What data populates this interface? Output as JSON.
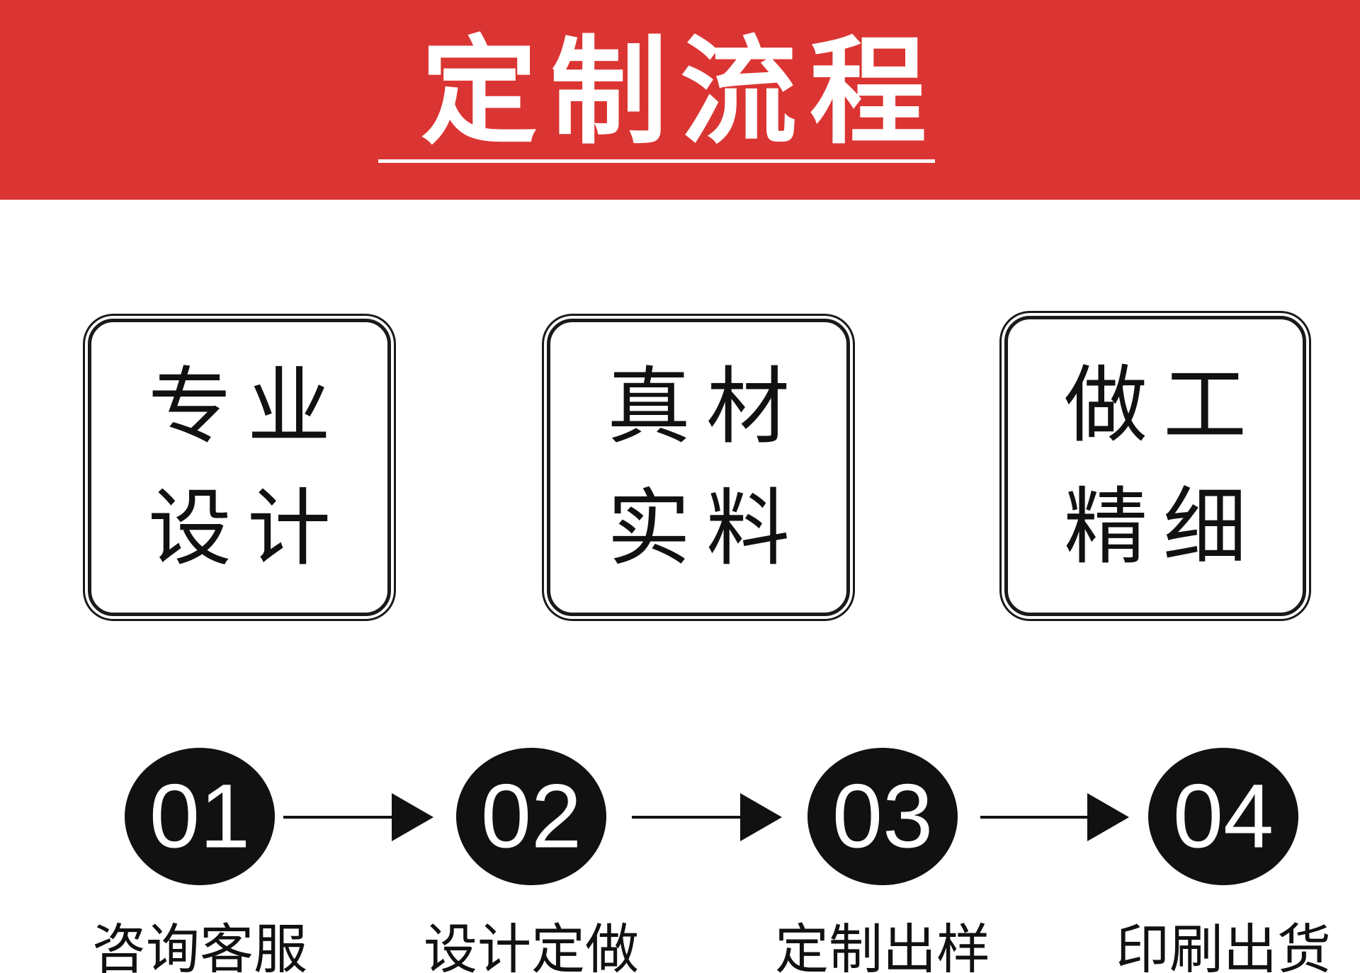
{
  "banner": {
    "title": "定制流程",
    "background_color": "#db3533"
  },
  "features": [
    {
      "line1": "专业",
      "line2": "设计"
    },
    {
      "line1": "真材",
      "line2": "实料"
    },
    {
      "line1": "做工",
      "line2": "精细"
    }
  ],
  "steps": [
    {
      "number": "01",
      "label": "咨询客服"
    },
    {
      "number": "02",
      "label": "设计定做"
    },
    {
      "number": "03",
      "label": "定制出样"
    },
    {
      "number": "04",
      "label": "印刷出货"
    }
  ],
  "colors": {
    "step_circle": "#111111",
    "border": "#1a1a1a",
    "text": "#111111"
  }
}
